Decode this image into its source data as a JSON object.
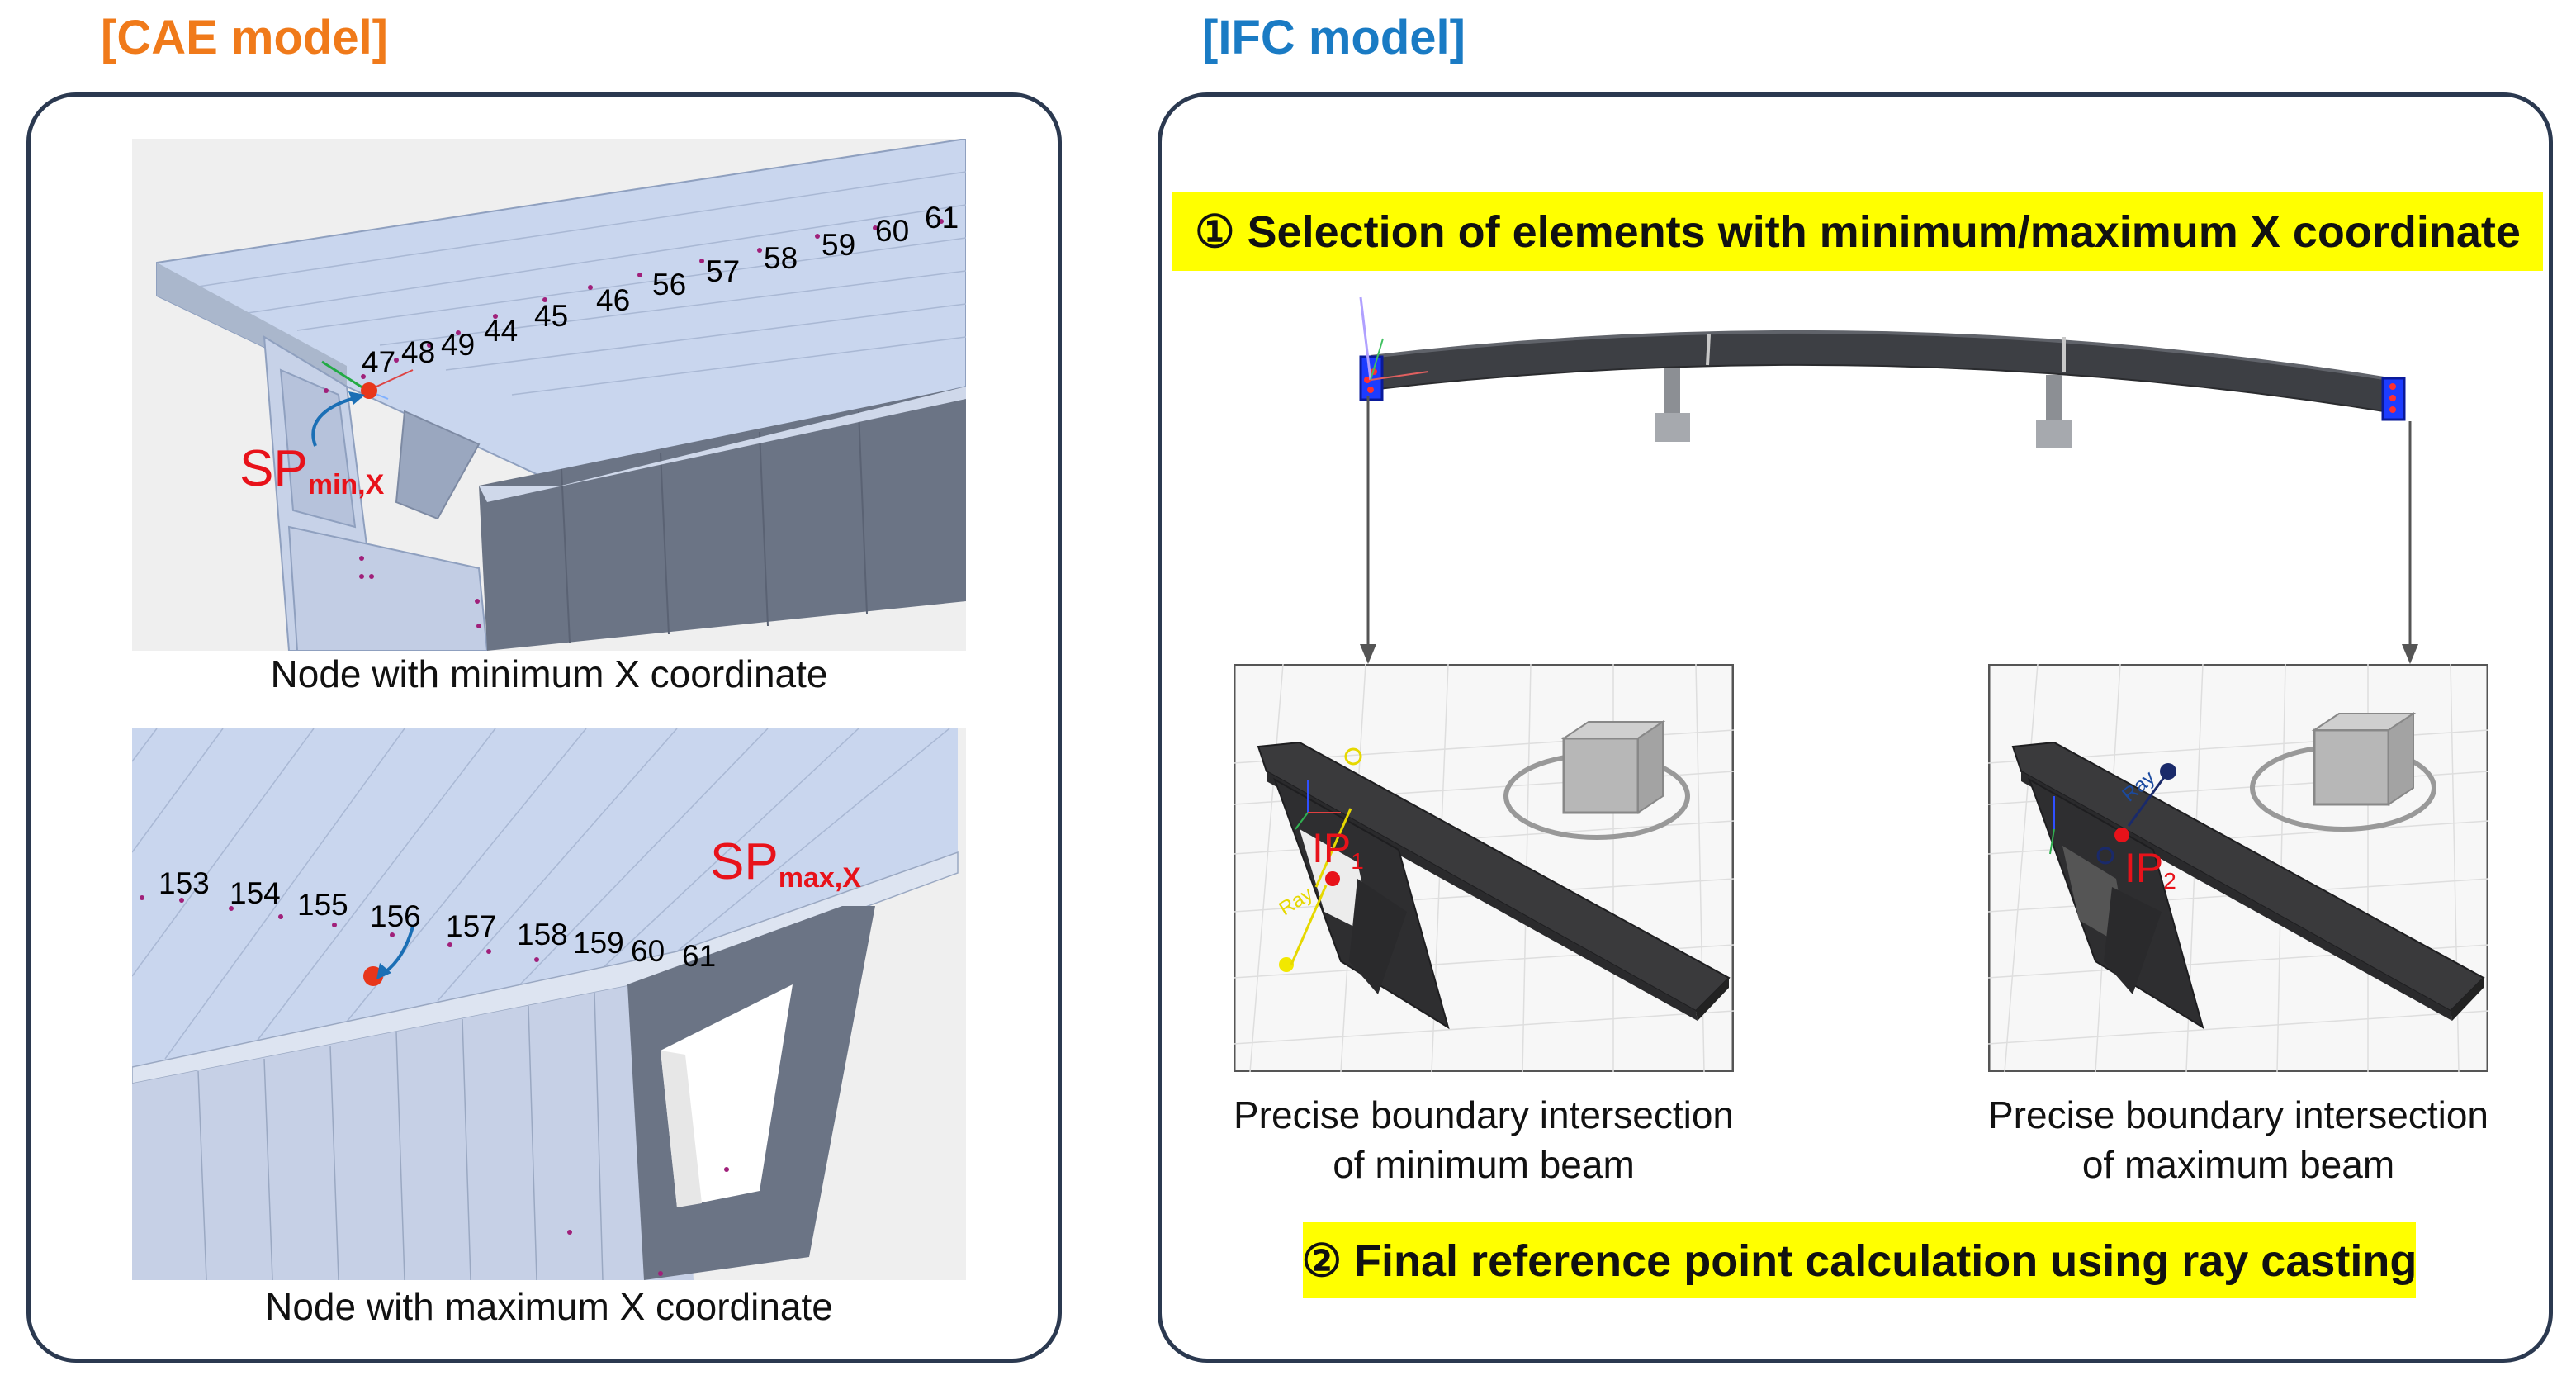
{
  "cae": {
    "title": "[CAE model]",
    "title_color": "#f07a1a",
    "min_node": {
      "caption": "Node with minimum X coordinate",
      "sp_label": "SP",
      "sp_sub": "min,X",
      "node_numbers": [
        "47",
        "48",
        "49",
        "44",
        "45",
        "46",
        "56",
        "57",
        "58",
        "59",
        "60",
        "61"
      ]
    },
    "max_node": {
      "caption": "Node with maximum X coordinate",
      "sp_label": "SP",
      "sp_sub": "max,X",
      "node_numbers": [
        "153",
        "154",
        "155",
        "156",
        "157",
        "158",
        "159",
        "60",
        "61"
      ]
    }
  },
  "ifc": {
    "title": "[IFC model]",
    "title_color": "#1a7bc4",
    "step1": "① Selection of elements with minimum/maximum X coordinate",
    "step2": "② Final reference point calculation using ray casting",
    "highlight_color": "#ffff00",
    "left_view": {
      "ip_label": "IP",
      "ip_sub": "1",
      "ray_label": "Ray",
      "caption_line1": "Precise boundary intersection",
      "caption_line2": "of minimum beam"
    },
    "right_view": {
      "ip_label": "IP",
      "ip_sub": "2",
      "ray_label": "Ray",
      "caption_line1": "Precise boundary intersection",
      "caption_line2": "of maximum beam"
    }
  }
}
